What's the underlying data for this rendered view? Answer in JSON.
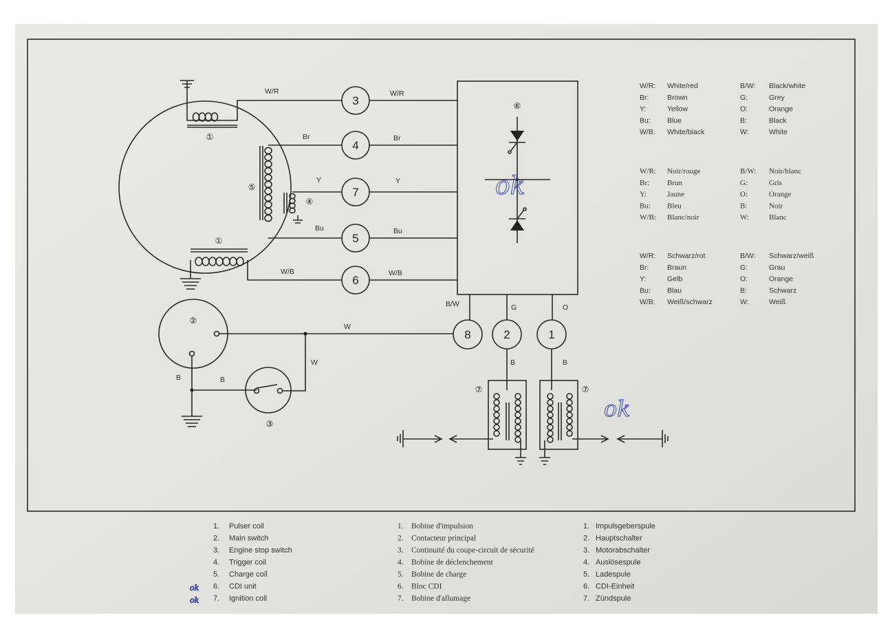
{
  "diagram": {
    "component_markers": [
      "①",
      "②",
      "③",
      "④",
      "⑤",
      "⑥",
      "⑦"
    ],
    "connectors": [
      "3",
      "4",
      "7",
      "5",
      "6",
      "8",
      "2",
      "1"
    ],
    "wire_labels": {
      "wr": "W/R",
      "br": "Br",
      "y": "Y",
      "bu": "Bu",
      "wb": "W/B",
      "bw": "B/W",
      "g": "G",
      "o": "O",
      "w": "W",
      "b": "B"
    },
    "handwritten": {
      "ok1": "ok",
      "ok2": "ok",
      "ok3": "ok",
      "ok4": "ok"
    }
  },
  "legend": {
    "english": [
      [
        "W/R:",
        "White/red",
        "B/W:",
        "Black/white"
      ],
      [
        "Br:",
        "Brown",
        "G:",
        "Grey"
      ],
      [
        "Y:",
        "Yellow",
        "O:",
        "Orange"
      ],
      [
        "Bu:",
        "Blue",
        "B:",
        "Black"
      ],
      [
        "W/B:",
        "White/black",
        "W:",
        "White"
      ]
    ],
    "french": [
      [
        "W/R:",
        "Noir/rouge",
        "B/W:",
        "Noir/blanc"
      ],
      [
        "Br:",
        "Brun",
        "G:",
        "Gris"
      ],
      [
        "Y:",
        "Jaune",
        "O:",
        "Orange"
      ],
      [
        "Bu:",
        "Bleu",
        "B:",
        "Noir"
      ],
      [
        "W/B:",
        "Blanc/noir",
        "W:",
        "Blanc"
      ]
    ],
    "german": [
      [
        "W/R:",
        "Schwarz/rot",
        "B/W:",
        "Schwarz/weiß"
      ],
      [
        "Br:",
        "Braun",
        "G:",
        "Grau"
      ],
      [
        "Y:",
        "Gelb",
        "O:",
        "Orange"
      ],
      [
        "Bu:",
        "Blau",
        "B:",
        "Schwarz"
      ],
      [
        "W/B:",
        "Weiß/schwarz",
        "W:",
        "Weiß"
      ]
    ]
  },
  "parts": {
    "english": [
      "Pulser coil",
      "Main switch",
      "Engine stop switch",
      "Trigger coil",
      "Charge coil",
      "CDI unit",
      "Ignition coil"
    ],
    "french": [
      "Bobine d'impulsion",
      "Contacteur principal",
      "Continuité du coupe-circuit de sécurité",
      "Bobine de déclenchement",
      "Bobine de charge",
      "Bloc CDI",
      "Bobine d'allumage"
    ],
    "german": [
      "Impulsgeberspule",
      "Hauptschalter",
      "Motorabschalter",
      "Auslösespule",
      "Ladespule",
      "CDI-Einheit",
      "Zündspule"
    ],
    "numbers": [
      "1.",
      "2.",
      "3.",
      "4.",
      "5.",
      "6.",
      "7."
    ]
  }
}
